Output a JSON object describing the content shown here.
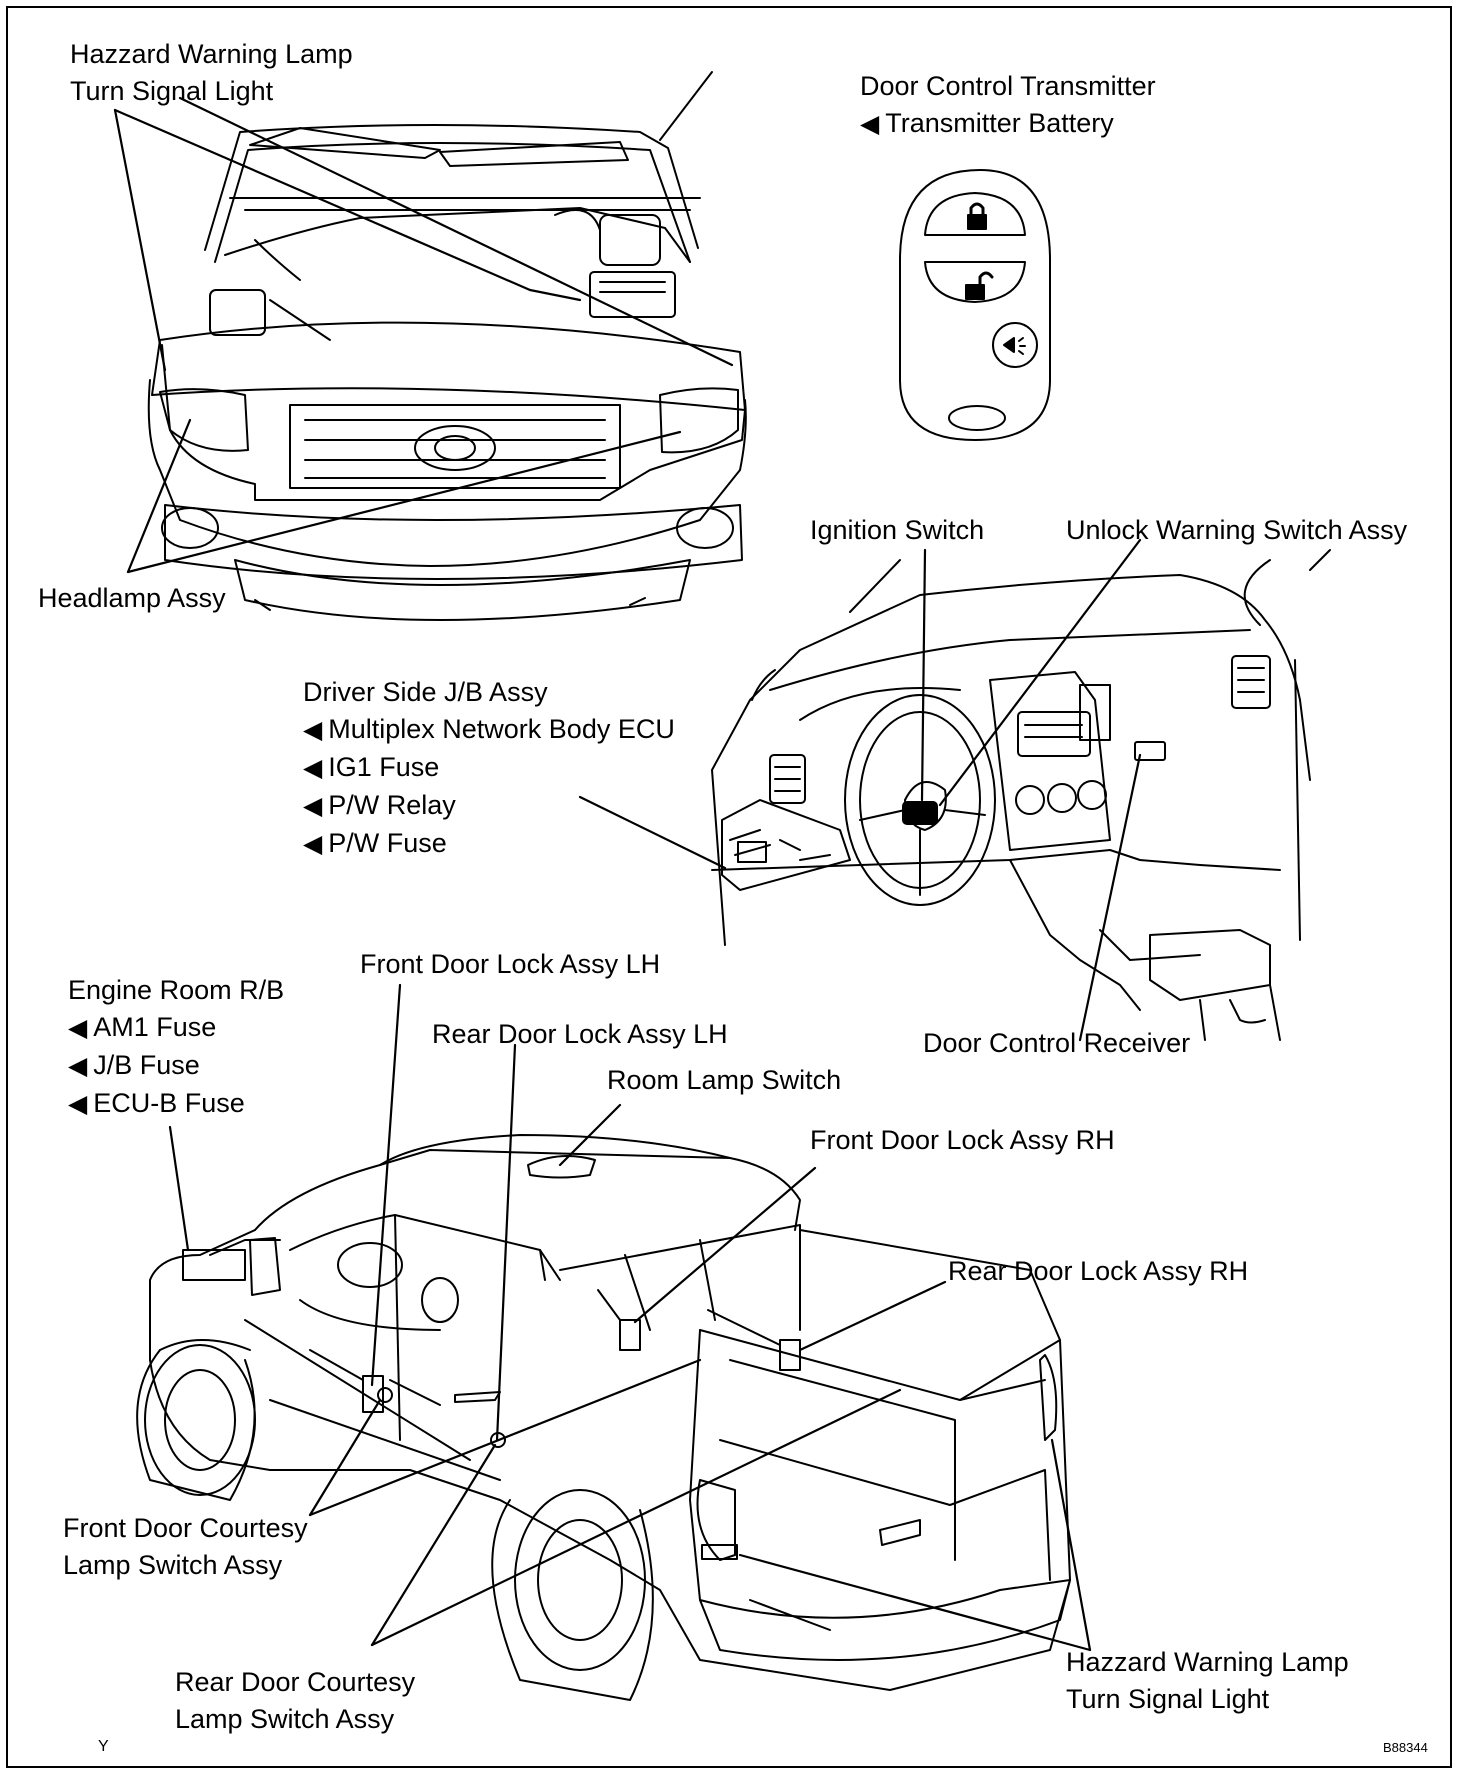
{
  "labels": {
    "hazard_front_1": "Hazzard Warning Lamp",
    "hazard_front_2": "Turn Signal Light",
    "headlamp": "Headlamp Assy",
    "transmitter": "Door Control Transmitter",
    "transmitter_battery": "Transmitter Battery",
    "ignition_switch": "Ignition Switch",
    "unlock_warning": "Unlock Warning Switch Assy",
    "driver_jb": "Driver Side J/B Assy",
    "multiplex_ecu": "Multiplex Network Body ECU",
    "ig1_fuse": "IG1 Fuse",
    "pw_relay": "P/W Relay",
    "pw_fuse": "P/W Fuse",
    "door_control_receiver": "Door Control Receiver",
    "engine_room_rb": "Engine Room R/B",
    "am1_fuse": "AM1 Fuse",
    "jb_fuse": "J/B Fuse",
    "ecub_fuse": "ECU-B Fuse",
    "front_door_lock_lh": "Front Door Lock Assy LH",
    "rear_door_lock_lh": "Rear Door Lock Assy LH",
    "room_lamp_switch": "Room Lamp Switch",
    "front_door_lock_rh": "Front Door Lock Assy RH",
    "rear_door_lock_rh": "Rear Door Lock Assy RH",
    "front_courtesy_1": "Front Door Courtesy",
    "front_courtesy_2": "Lamp Switch Assy",
    "rear_courtesy_1": "Rear Door Courtesy",
    "rear_courtesy_2": "Lamp Switch Assy",
    "hazard_rear_1": "Hazzard Warning Lamp",
    "hazard_rear_2": "Turn Signal Light"
  },
  "footer": {
    "left_mark": "Y",
    "figure_code": "B88344"
  },
  "icons": [
    "lock-icon",
    "unlock-icon",
    "panic-icon"
  ]
}
